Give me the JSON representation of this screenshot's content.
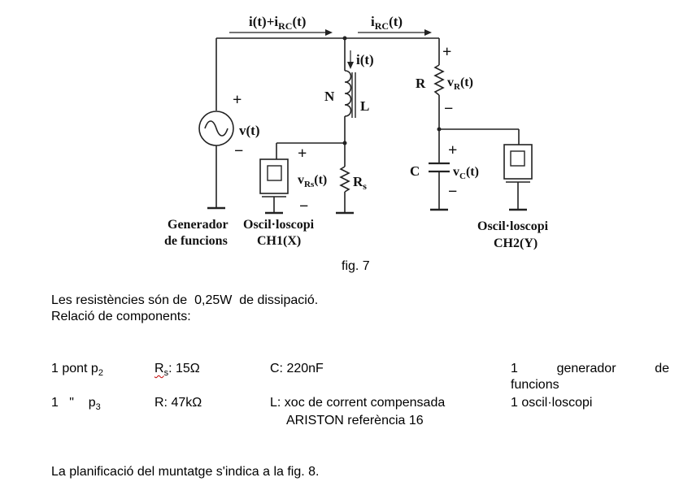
{
  "figure": {
    "labels": {
      "i_plus_irc_main": "i(t)+i",
      "i_plus_irc_sub": "RC",
      "i_plus_irc_tail": "(t)",
      "irc_main": "i",
      "irc_sub": "RC",
      "irc_tail": "(t)",
      "i_t": "i(t)",
      "v_t": "v(t)",
      "n": "N",
      "l": "L",
      "vrs_main": "v",
      "vrs_sub": "Rs",
      "vrs_tail": "(t)",
      "rs_main": "R",
      "rs_sub": "s",
      "r": "R",
      "vr_main": "v",
      "vr_sub": "R",
      "vr_tail": "(t)",
      "c": "C",
      "vc_main": "v",
      "vc_sub": "C",
      "vc_tail": "(t)",
      "plus": "+",
      "minus": "−",
      "generator_line1": "Generador",
      "generator_line2": "de funcions",
      "osc1_line1": "Oscil·loscopi",
      "osc1_line2": "CH1(X)",
      "osc2_line1": "Oscil·loscopi",
      "osc2_line2": "CH2(Y)"
    },
    "caption": "fig. 7"
  },
  "text": {
    "line1": "Les resistències són de  0,25W  de dissipació.",
    "line2": "Relació de components:",
    "row1": {
      "qty": "1 pont p",
      "qty_sub": "2",
      "rs_main": "R",
      "rs_sub": "s",
      "rs_value": ": 15Ω",
      "cap": "C: 220nF",
      "gen_w1": "1",
      "gen_w2": "generador",
      "gen_w3": "de",
      "gen_cont": "funcions"
    },
    "row2": {
      "qty": "1   \"    p",
      "qty_sub": "3",
      "r": "R: 47kΩ",
      "l_line1": "L: xoc de corrent compensada",
      "l_line2": "ARISTON referència 16",
      "osc": "1 oscil·loscopi"
    },
    "footer": "La planificació del muntatge s'indica a la fig. 8."
  }
}
